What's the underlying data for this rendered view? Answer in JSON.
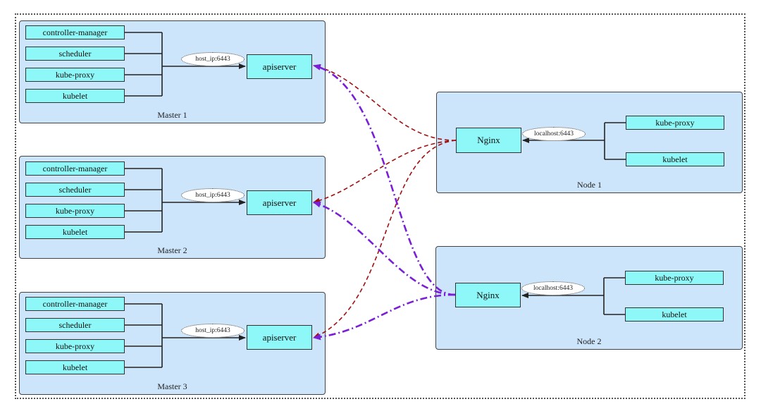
{
  "masters": [
    {
      "label": "Master 1",
      "components": [
        "controller-manager",
        "scheduler",
        "kube-proxy",
        "kubelet"
      ],
      "edge_label": "host_ip:6443",
      "api": "apiserver"
    },
    {
      "label": "Master 2",
      "components": [
        "controller-manager",
        "scheduler",
        "kube-proxy",
        "kubelet"
      ],
      "edge_label": "host_ip:6443",
      "api": "apiserver"
    },
    {
      "label": "Master 3",
      "components": [
        "controller-manager",
        "scheduler",
        "kube-proxy",
        "kubelet"
      ],
      "edge_label": "host_ip:6443",
      "api": "apiserver"
    }
  ],
  "nodes": [
    {
      "label": "Node 1",
      "components": [
        "kube-proxy",
        "kubelet"
      ],
      "edge_label": "localhost:6443",
      "proxy": "Nginx"
    },
    {
      "label": "Node 2",
      "components": [
        "kube-proxy",
        "kubelet"
      ],
      "edge_label": "localhost:6443",
      "proxy": "Nginx"
    }
  ],
  "colors": {
    "cluster_fill": "#cce5fb",
    "component_fill": "#8ef7f7",
    "node1_links": "#a01010",
    "node2_links": "#7a1fd6"
  }
}
